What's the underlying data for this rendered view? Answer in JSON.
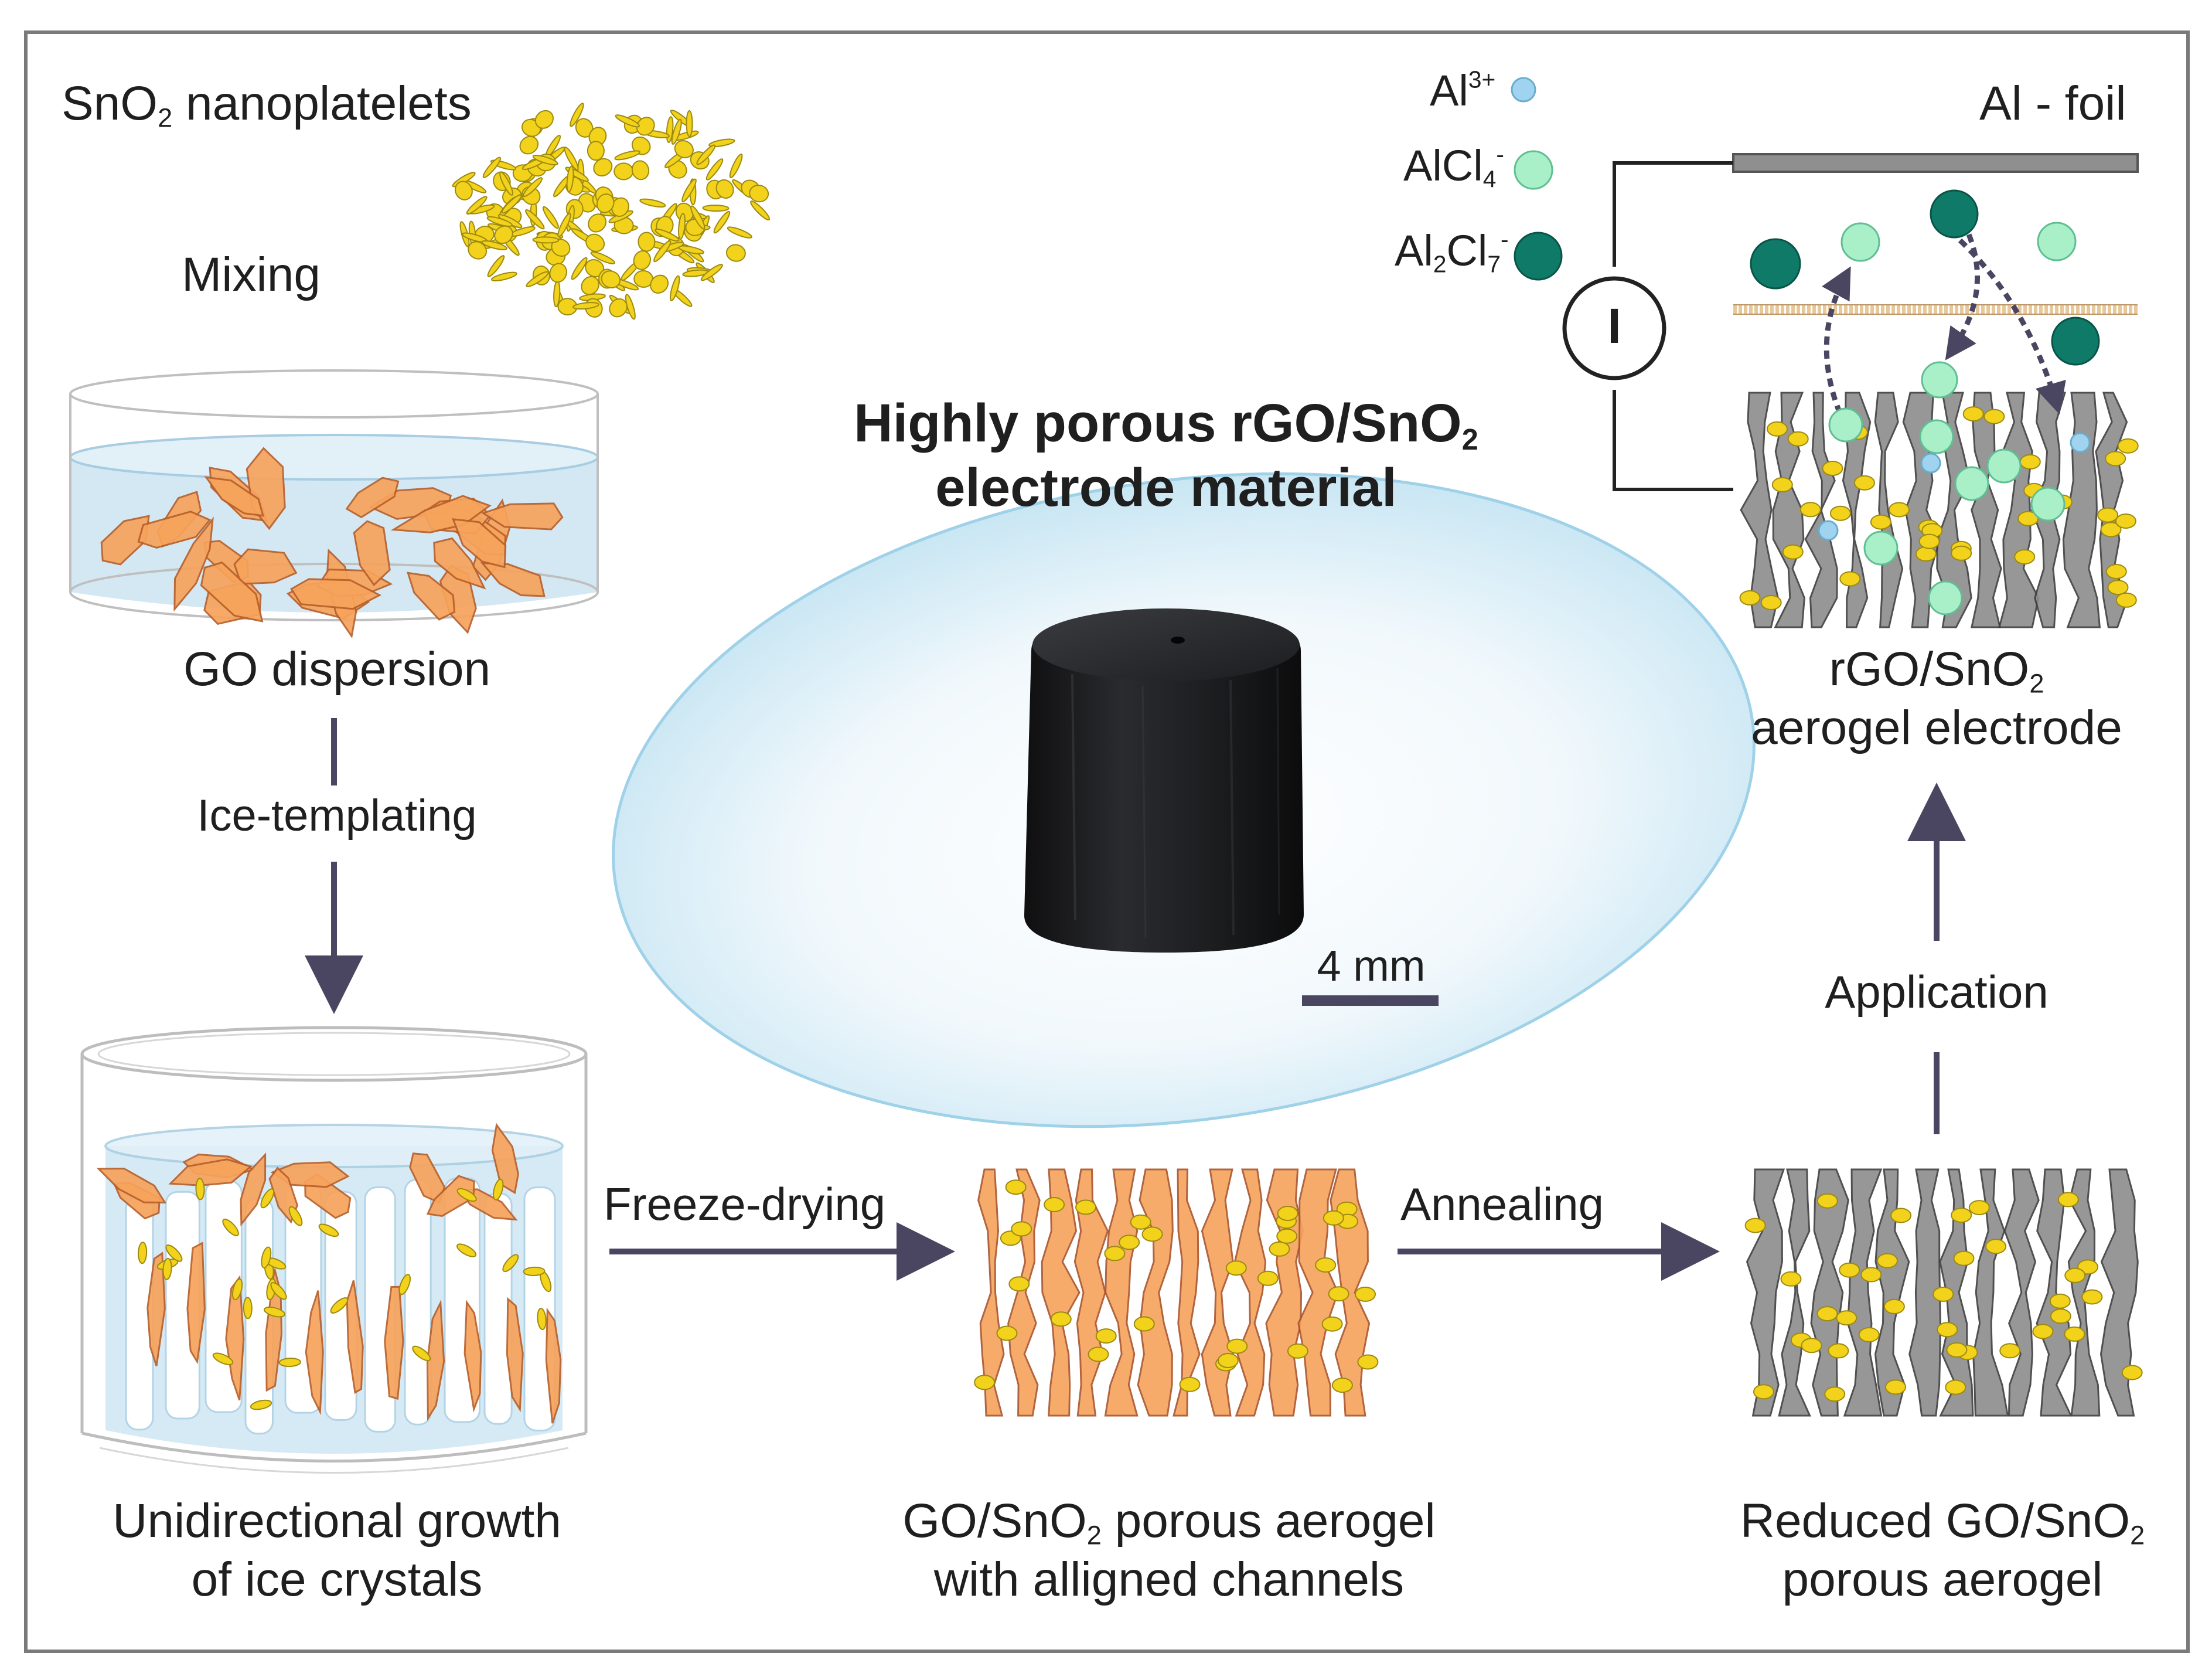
{
  "labels": {
    "sno2_nanoplatelets": {
      "pre": "SnO",
      "sub": "2",
      "post": " nanoplatelets"
    },
    "mixing": "Mixing",
    "go_dispersion": "GO dispersion",
    "ice_templating": "Ice-templating",
    "unidirectional_line1": "Unidirectional growth",
    "unidirectional_line2": "of ice crystals",
    "freeze_drying": "Freeze-drying",
    "annealing": "Annealing",
    "application": "Application",
    "go_sno2_aerogel_line1": {
      "pre": "GO/SnO",
      "sub": "2",
      "post": " porous aerogel"
    },
    "go_sno2_aerogel_line2": "with alligned channels",
    "reduced_line1": {
      "pre": "Reduced GO/SnO",
      "sub": "2"
    },
    "reduced_line2": "porous aerogel",
    "electrode_line1": {
      "pre": "rGO/SnO",
      "sub": "2"
    },
    "electrode_line2": "aerogel electrode",
    "title_line1": {
      "pre": "Highly porous rGO/SnO",
      "sub": "2"
    },
    "title_line2": "electrode material",
    "scale_bar": "4 mm",
    "al_foil": "Al - foil",
    "ion_al3": {
      "pre": "Al",
      "sup": "3+"
    },
    "ion_alcl4": {
      "pre": "AlCl",
      "sub": "4",
      "sup": "-"
    },
    "ion_al2cl7": {
      "pre": "Al",
      "sub1": "2",
      "mid": "Cl",
      "sub2": "7",
      "sup": "-"
    },
    "meter": "I"
  },
  "colors": {
    "frame": "#7a7a7a",
    "arrow": "#4a4560",
    "go_sheet": "#f7a35c",
    "go_sheet_dark": "#e8823a",
    "rgo_sheet": "#8c8c8c",
    "rgo_sheet_dark": "#555555",
    "nanoplatelet": "#f3d21b",
    "liquid": "#cfe6f3",
    "ice": "#ffffff",
    "ion_al3": "#9fd3ef",
    "ion_alcl4": "#a9efc8",
    "ion_al2cl7": "#0f7a68",
    "sample": "#1a1a1a",
    "glow": "#c7e6f3",
    "separator": "#e8c89a"
  }
}
